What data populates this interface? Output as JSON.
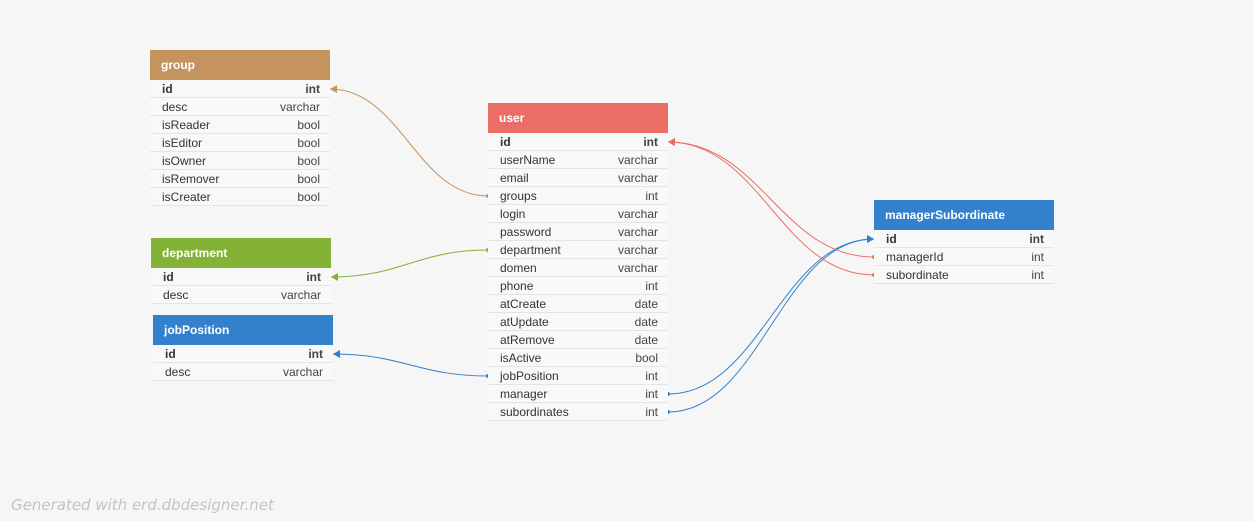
{
  "colors": {
    "group": "#c5935e",
    "user": "#ea6e66",
    "department": "#83b236",
    "jobPosition": "#3380cc",
    "managerSubordinate": "#3380cc"
  },
  "tables": {
    "group": {
      "name": "group",
      "rows": [
        {
          "name": "id",
          "type": "int",
          "pk": true
        },
        {
          "name": "desc",
          "type": "varchar"
        },
        {
          "name": "isReader",
          "type": "bool"
        },
        {
          "name": "isEditor",
          "type": "bool"
        },
        {
          "name": "isOwner",
          "type": "bool"
        },
        {
          "name": "isRemover",
          "type": "bool"
        },
        {
          "name": "isCreater",
          "type": "bool"
        }
      ]
    },
    "department": {
      "name": "department",
      "rows": [
        {
          "name": "id",
          "type": "int",
          "pk": true
        },
        {
          "name": "desc",
          "type": "varchar"
        }
      ]
    },
    "jobPosition": {
      "name": "jobPosition",
      "rows": [
        {
          "name": "id",
          "type": "int",
          "pk": true
        },
        {
          "name": "desc",
          "type": "varchar"
        }
      ]
    },
    "user": {
      "name": "user",
      "rows": [
        {
          "name": "id",
          "type": "int",
          "pk": true
        },
        {
          "name": "userName",
          "type": "varchar"
        },
        {
          "name": "email",
          "type": "varchar"
        },
        {
          "name": "groups",
          "type": "int"
        },
        {
          "name": "login",
          "type": "varchar"
        },
        {
          "name": "password",
          "type": "varchar"
        },
        {
          "name": "department",
          "type": "varchar"
        },
        {
          "name": "domen",
          "type": "varchar"
        },
        {
          "name": "phone",
          "type": "int"
        },
        {
          "name": "atCreate",
          "type": "date"
        },
        {
          "name": "atUpdate",
          "type": "date"
        },
        {
          "name": "atRemove",
          "type": "date"
        },
        {
          "name": "isActive",
          "type": "bool"
        },
        {
          "name": "jobPosition",
          "type": "int"
        },
        {
          "name": "manager",
          "type": "int"
        },
        {
          "name": "subordinates",
          "type": "int"
        }
      ]
    },
    "managerSubordinate": {
      "name": "managerSubordinate",
      "rows": [
        {
          "name": "id",
          "type": "int",
          "pk": true
        },
        {
          "name": "managerId",
          "type": "int"
        },
        {
          "name": "subordinate",
          "type": "int"
        }
      ]
    }
  },
  "relations": [
    {
      "from": "user.groups",
      "to": "group.id",
      "color": "#c5935e"
    },
    {
      "from": "user.department",
      "to": "department.id",
      "color": "#83b236"
    },
    {
      "from": "user.jobPosition",
      "to": "jobPosition.id",
      "color": "#3380cc"
    },
    {
      "from": "user.manager",
      "to": "managerSubordinate.id",
      "color": "#3380cc"
    },
    {
      "from": "user.subordinates",
      "to": "managerSubordinate.id",
      "color": "#3380cc"
    },
    {
      "from": "managerSubordinate.managerId",
      "to": "user.id",
      "color": "#ea6e66"
    },
    {
      "from": "managerSubordinate.subordinate",
      "to": "user.id",
      "color": "#ea6e66"
    }
  ],
  "watermark": "Generated with erd.dbdesigner.net"
}
